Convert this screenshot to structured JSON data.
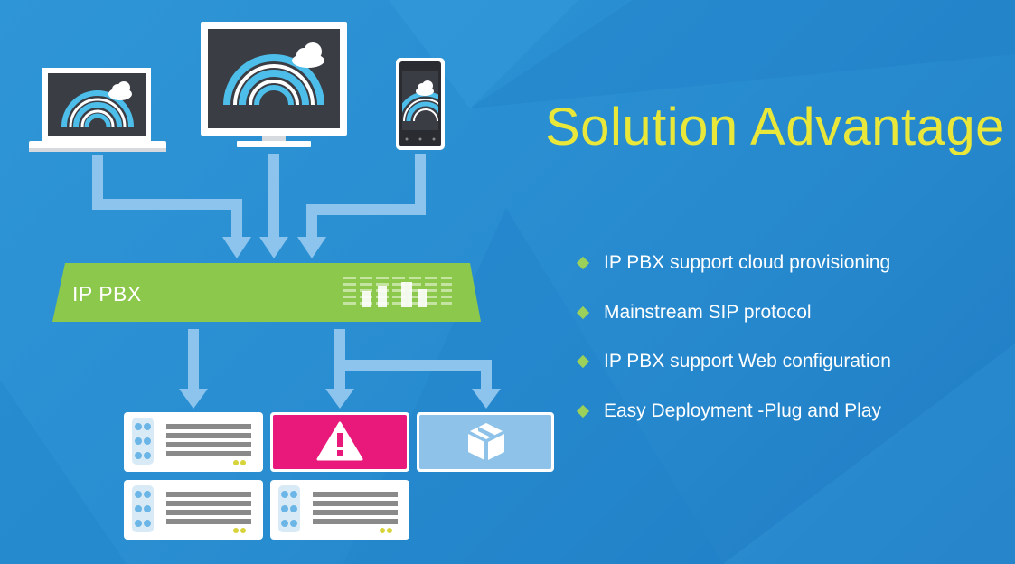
{
  "title": "Solution Advantage",
  "pbx_label": "IP PBX",
  "bullets": [
    "IP PBX support cloud provisioning",
    "Mainstream SIP protocol",
    "IP PBX support Web configuration",
    "Easy Deployment -Plug and Play"
  ],
  "colors": {
    "background": "#2a8fd2",
    "title": "#e9e73a",
    "pbx_bar": "#8cc84b",
    "arrow": "#8dc4ee",
    "alert_tile": "#e8197a",
    "package_tile": "#8ec2e9",
    "bullet": "#9bd15a"
  }
}
